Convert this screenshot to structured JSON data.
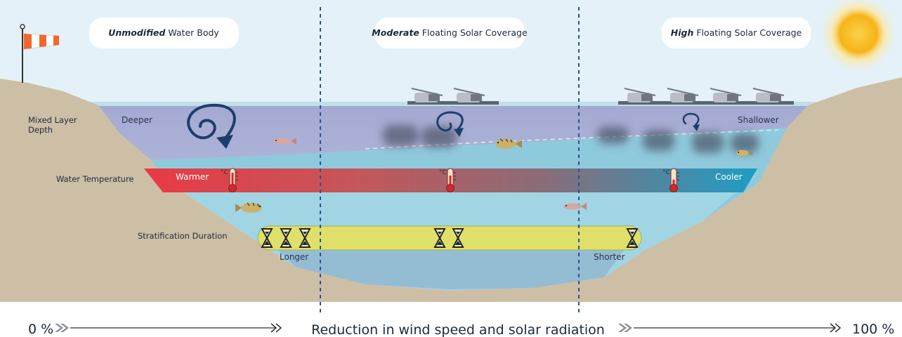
{
  "panels": [
    {
      "emphasis": "Unmodified",
      "rest": " Water Body"
    },
    {
      "emphasis": "Moderate",
      "rest": " Floating Solar Coverage"
    },
    {
      "emphasis": "High",
      "rest": " Floating Solar Coverage"
    }
  ],
  "row_labels": {
    "mixed_layer": [
      "Mixed Layer",
      "Depth"
    ],
    "water_temperature": "Water Temperature",
    "stratification": "Stratification Duration"
  },
  "mixed_layer": {
    "left": "Deeper",
    "right": "Shallower"
  },
  "temperature": {
    "left": "Warmer",
    "right": "Cooler",
    "unit": "°C"
  },
  "stratification": {
    "left": "Longer",
    "right": "Shorter"
  },
  "axis": {
    "start": "0 %",
    "end": "100 %",
    "label": "Reduction in wind speed and solar radiation"
  },
  "colors": {
    "sky": "#e4f1f8",
    "land": "#cdbfa6",
    "water_surface": "#a5cbdc",
    "mixed_layer": "#a6a8cf",
    "deep_water": "#8fc9dc",
    "warm": "#e83a45",
    "cool": "#1c9ec6",
    "strat_bar": "#dfe06a",
    "arrow": "#1f3d6b",
    "sun": "#f6c21a"
  }
}
